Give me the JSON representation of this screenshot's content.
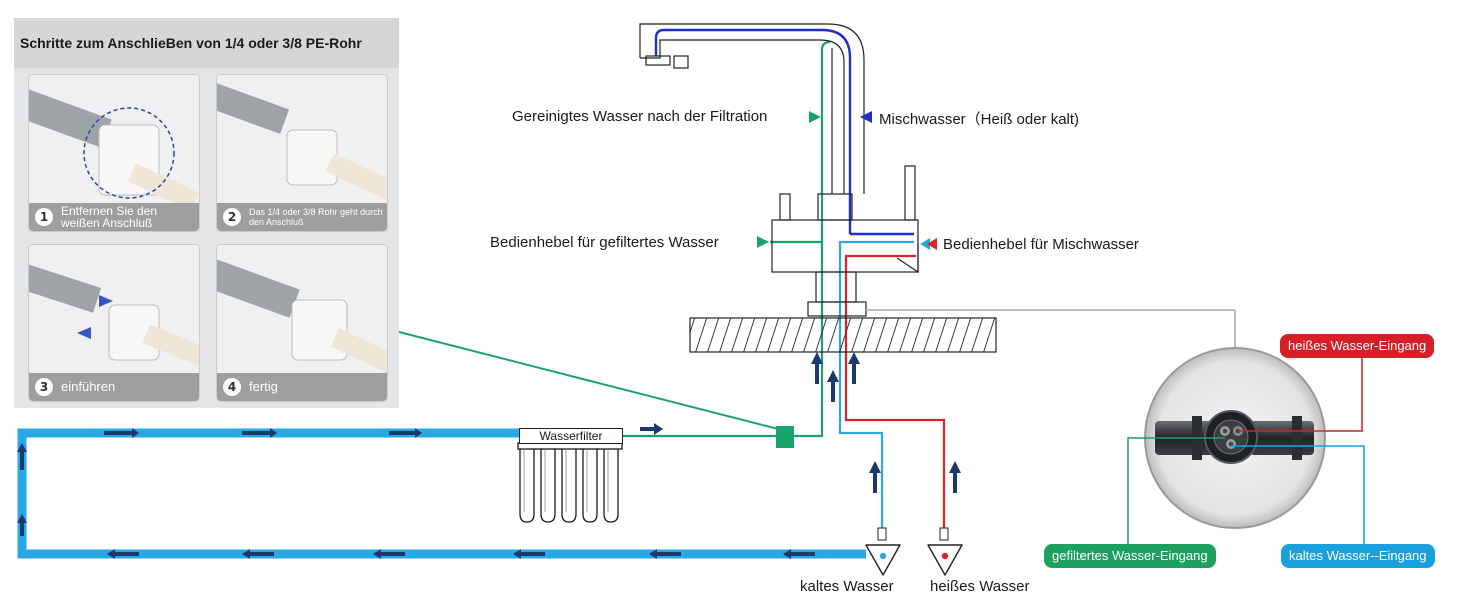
{
  "steps_panel": {
    "title": "Schritte zum AnschlieBen von 1/4 oder 3/8 PE-Rohr",
    "steps": [
      {
        "number": "1",
        "text": "Entfernen Sie den weißen Anschluß"
      },
      {
        "number": "2",
        "text": "Das 1/4 oder 3/8 Rohr geht durch den Anschluß"
      },
      {
        "number": "3",
        "text": "einführen"
      },
      {
        "number": "4",
        "text": "fertig"
      }
    ]
  },
  "labels": {
    "purified_water": "Gereinigtes Wasser nach der Filtration",
    "mixed_water": "Mischwasser（Heiß oder kalt)",
    "filtered_lever": "Bedienhebel für gefiltertes Wasser",
    "mixed_lever": "Bedienhebel für Mischwasser",
    "water_filter": "Wasserfilter",
    "cold_water": "kaltes Wasser",
    "hot_water": "heißes Wasser"
  },
  "connector_badges": {
    "hot_inlet": "heißes Wasser-Eingang",
    "filtered_inlet": "gefiltertes Wasser-Eingang",
    "cold_inlet": "kaltes Wasser--Eingang"
  },
  "colors": {
    "filtered_green": "#1aa36b",
    "mixed_blue": "#1f2fc7",
    "cold_light_blue": "#2ea6e0",
    "hot_red": "#d8232a",
    "circuit_blue": "#29a8e6",
    "arrow_navy": "#1b3a6b",
    "badge_red": "#d71f27",
    "badge_green": "#1ea15f",
    "badge_blue": "#1aa0dd"
  },
  "icons": [
    "flow-arrow-icon",
    "valve-icon",
    "tap-icon",
    "filter-icon"
  ]
}
